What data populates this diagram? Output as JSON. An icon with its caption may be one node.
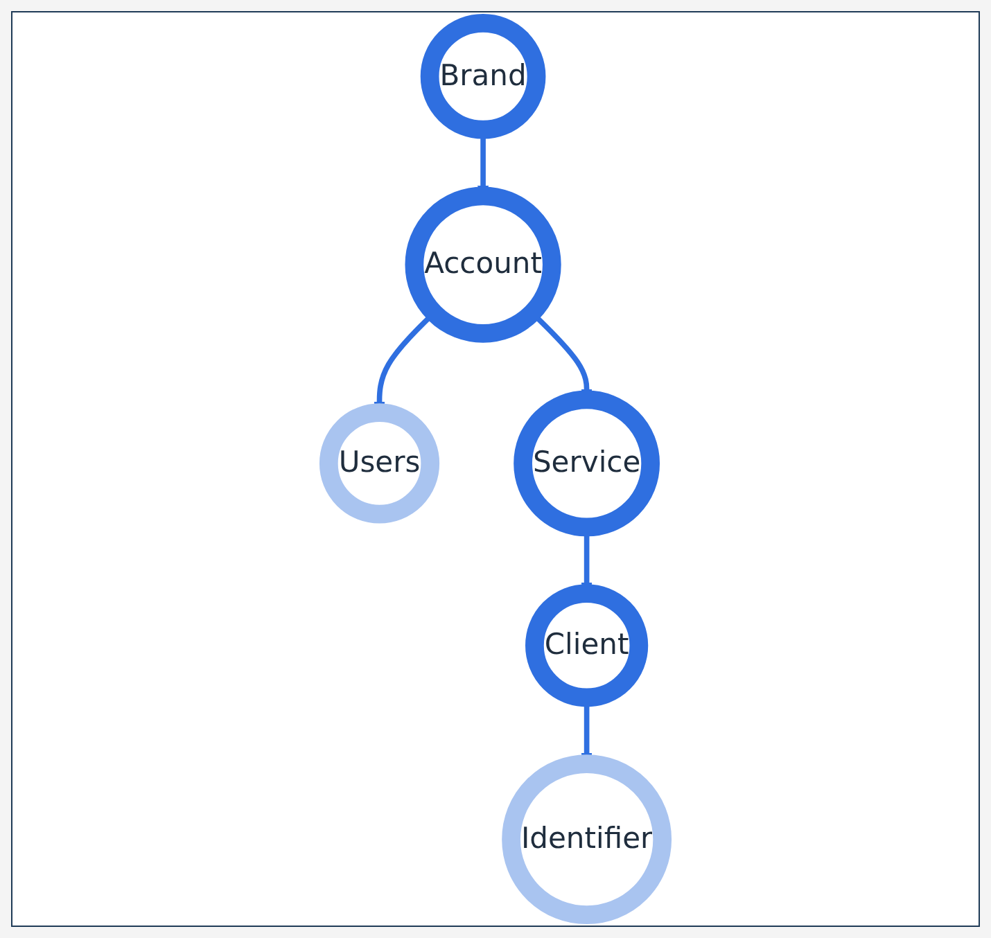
{
  "diagram": {
    "nodes": [
      {
        "text": [
          "Brand"
        ]
      },
      {
        "text": [
          "Account"
        ]
      },
      {
        "text": [
          "Users"
        ]
      },
      {
        "text": [
          "Service"
        ]
      },
      {
        "text": [
          "Client"
        ]
      },
      {
        "text": [
          "Identifier"
        ]
      }
    ],
    "edges": [
      {
        "from": 0,
        "to": 1,
        "arrow": "to"
      },
      {
        "from": 1,
        "to": 2,
        "arrow": "to"
      },
      {
        "from": 1,
        "to": 3,
        "arrow": "to"
      },
      {
        "from": 3,
        "to": 4,
        "arrow": "to"
      },
      {
        "from": 4,
        "to": 5,
        "arrow": "to"
      }
    ]
  }
}
